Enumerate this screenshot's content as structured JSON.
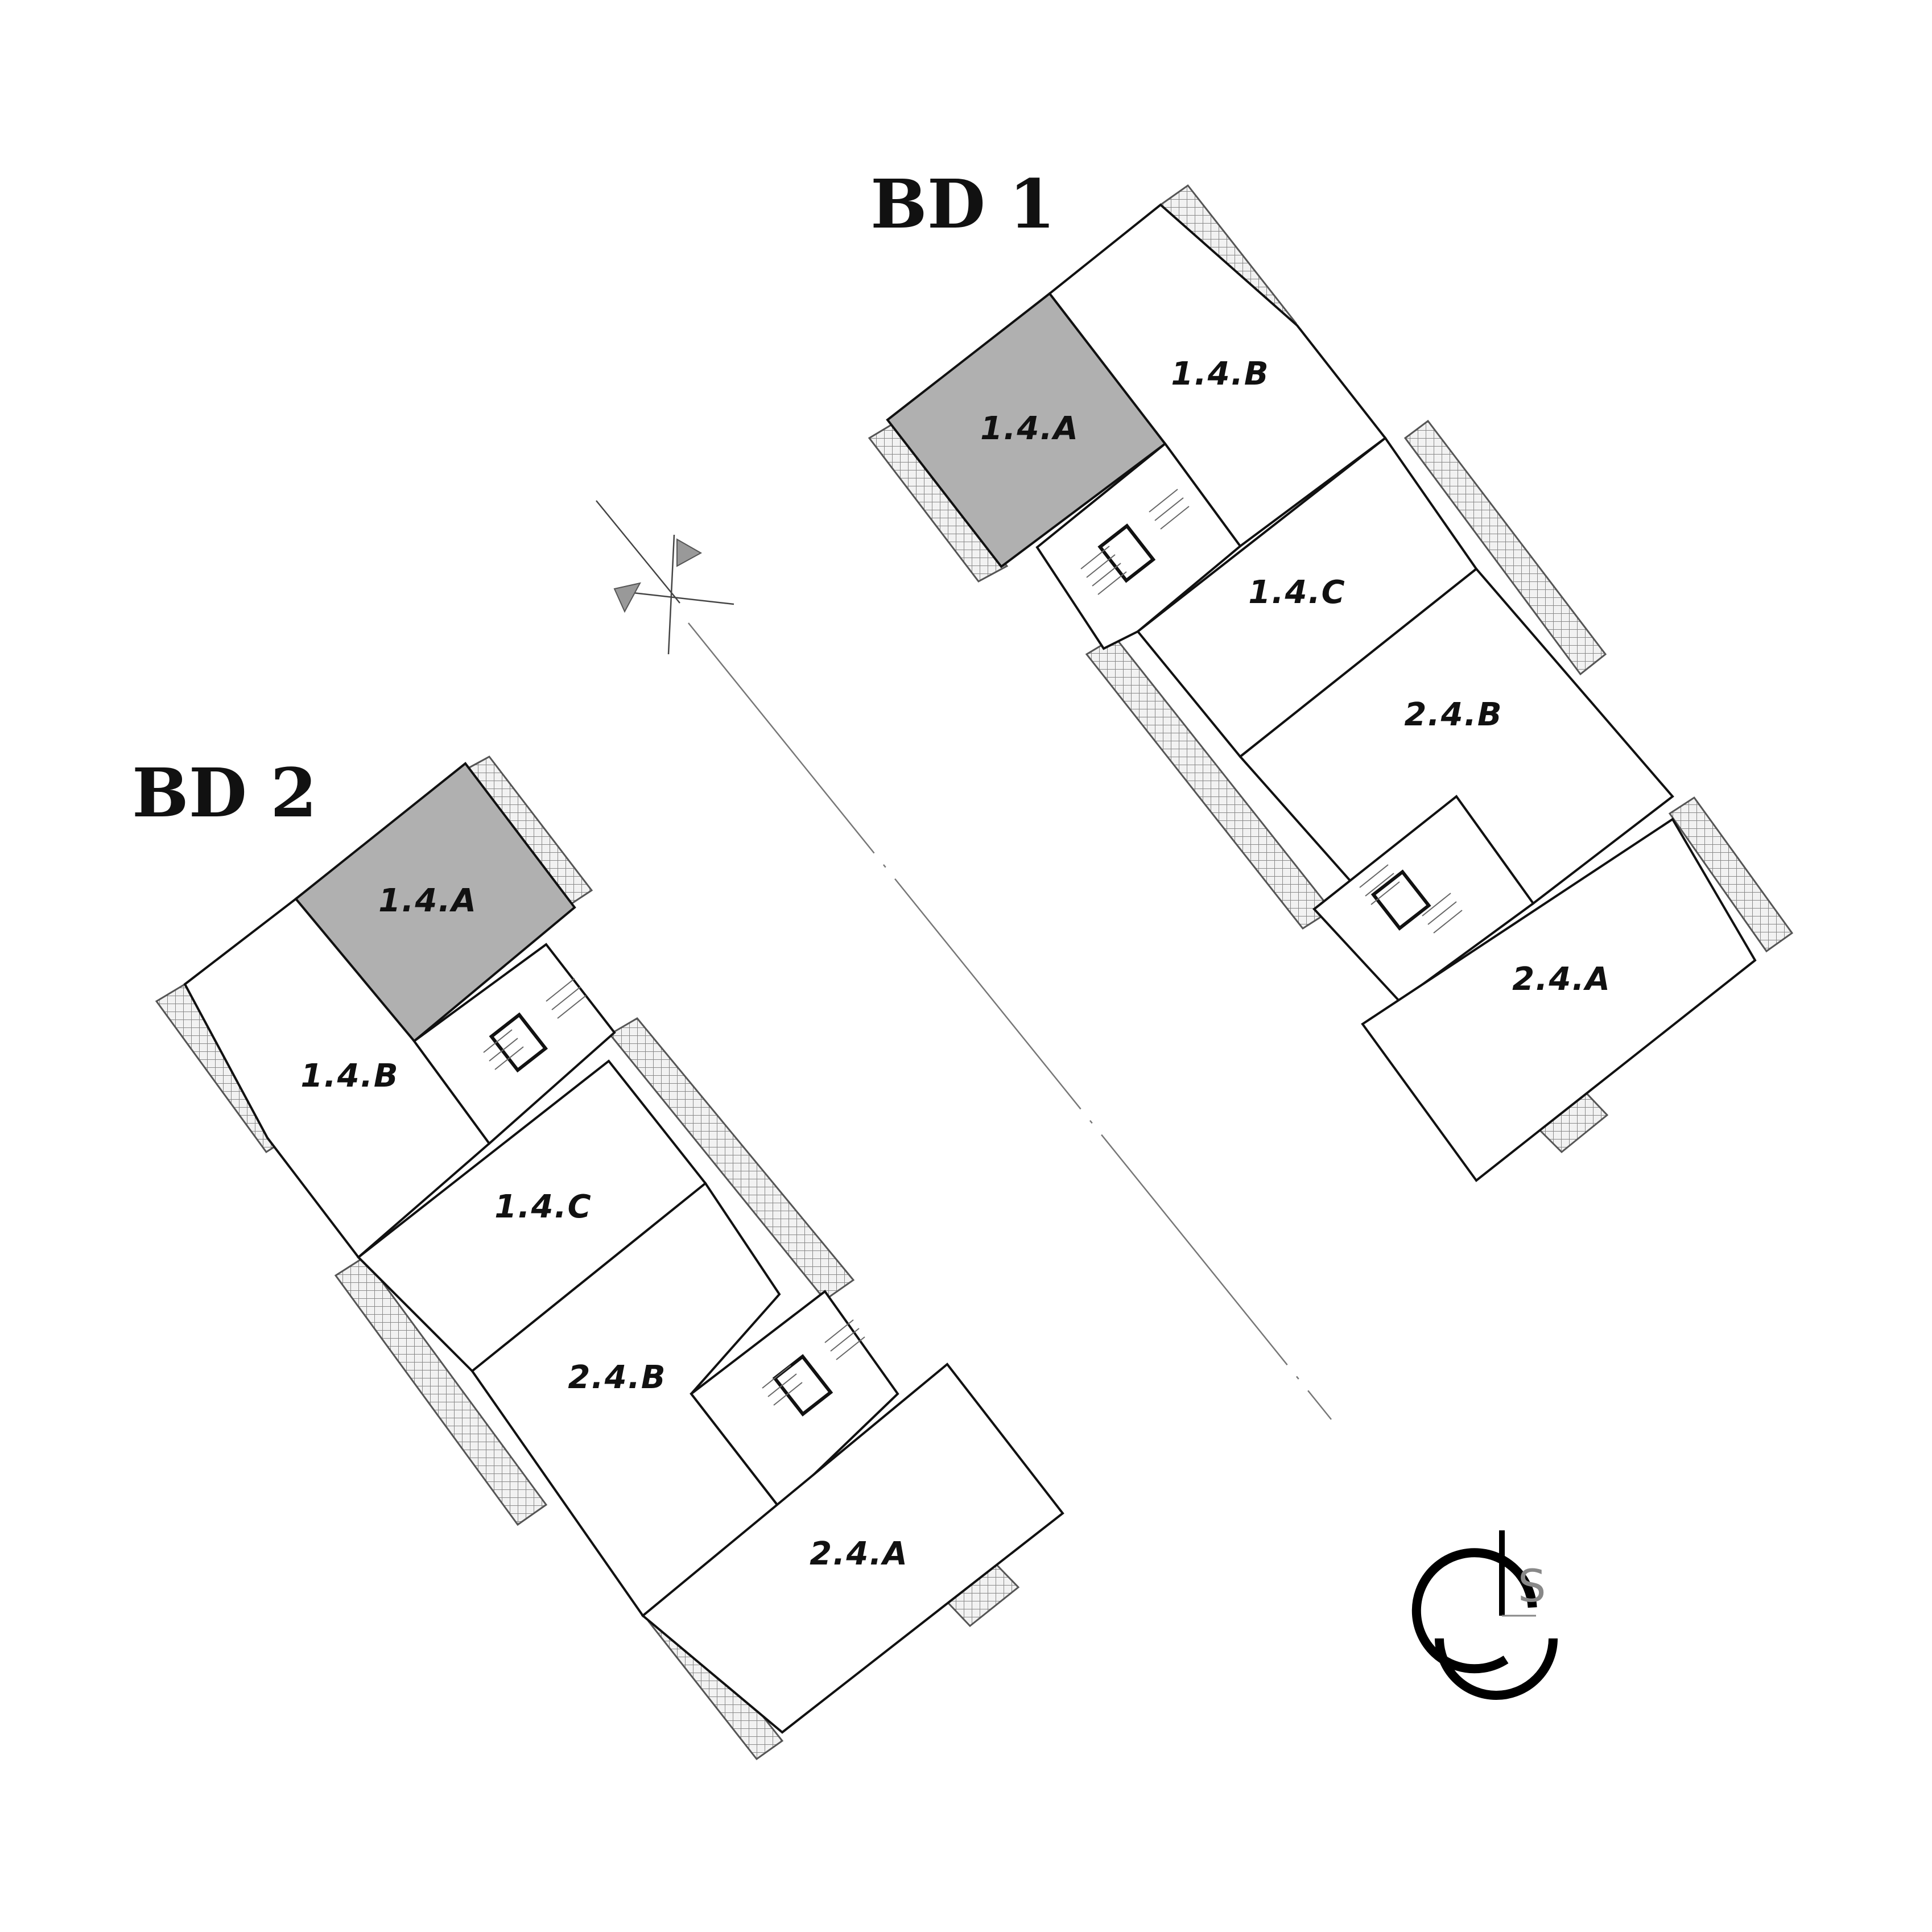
{
  "buildings": [
    {
      "id": "bd1",
      "title": "BD 1",
      "units": [
        {
          "label": "1.4.A",
          "highlighted": true
        },
        {
          "label": "1.4.B",
          "highlighted": false
        },
        {
          "label": "1.4.C",
          "highlighted": false
        },
        {
          "label": "2.4.B",
          "highlighted": false
        },
        {
          "label": "2.4.A",
          "highlighted": false
        }
      ]
    },
    {
      "id": "bd2",
      "title": "BD 2",
      "units": [
        {
          "label": "1.4.A",
          "highlighted": true
        },
        {
          "label": "1.4.B",
          "highlighted": false
        },
        {
          "label": "1.4.C",
          "highlighted": false
        },
        {
          "label": "2.4.B",
          "highlighted": false
        },
        {
          "label": "2.4.A",
          "highlighted": false
        }
      ]
    }
  ],
  "colors": {
    "highlight": "#b0b0b0",
    "room": "#ffffff",
    "outline": "#111111",
    "balcony_hatch": "#888888"
  },
  "compass": {
    "icon": "north-arrow-icon"
  },
  "logo": {
    "icon": "ls-logo-icon",
    "letter": "S"
  }
}
